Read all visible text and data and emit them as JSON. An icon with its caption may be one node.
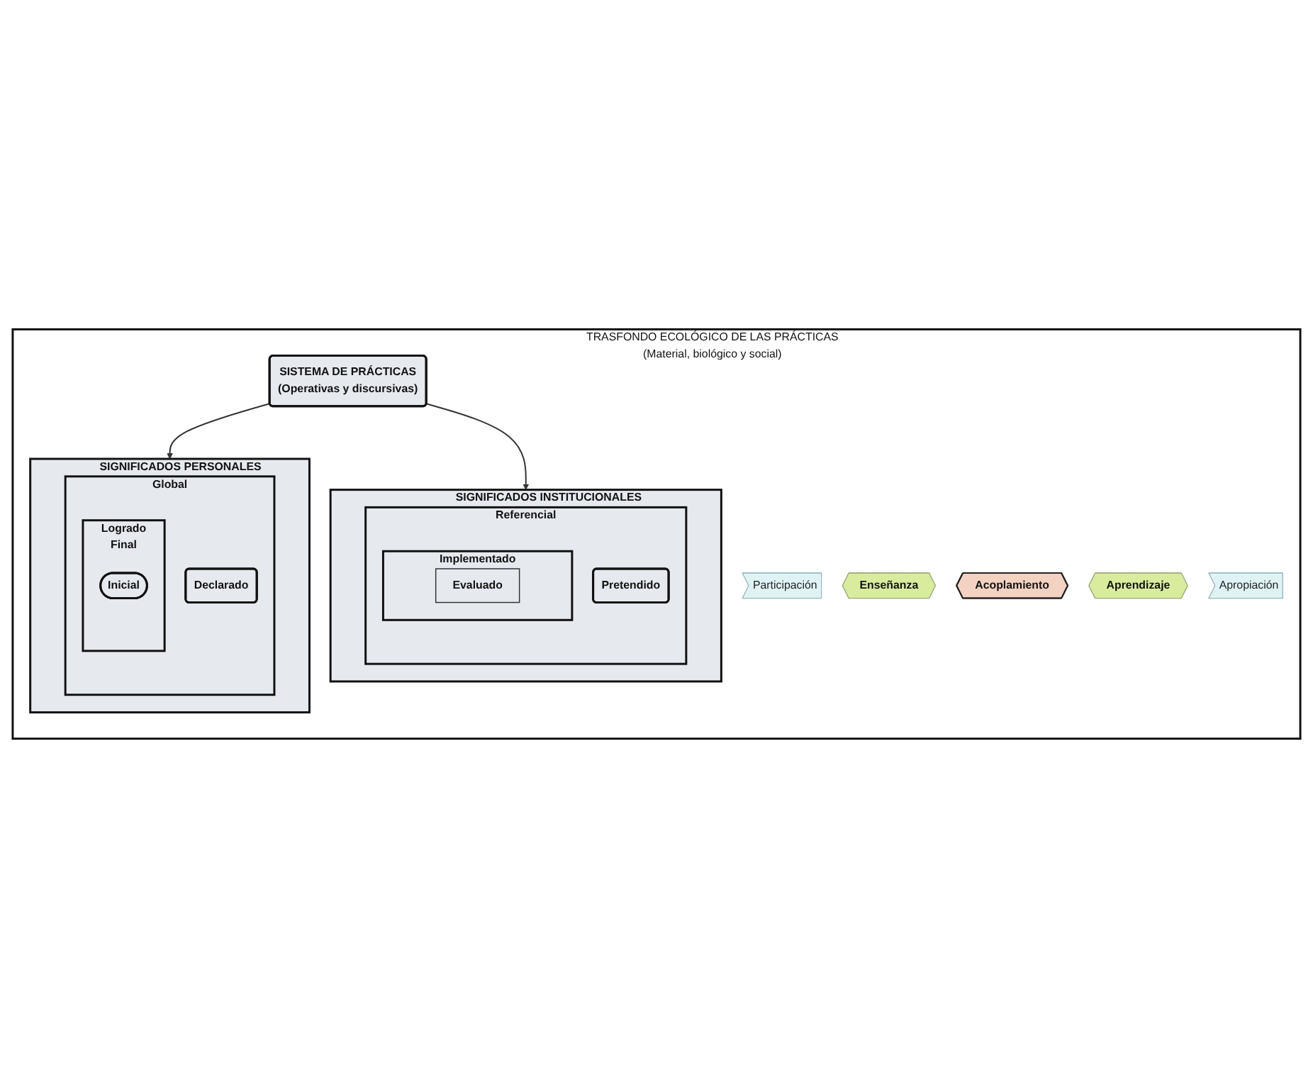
{
  "diagram": {
    "nodes": [
      {
        "text": [
          "TRASFONDO ECOLÓGICO DE LAS PRÁCTICAS",
          "(Material, biológico y social)"
        ]
      },
      {
        "text": [
          "SIGNIFICADOS PERSONALES"
        ],
        "in": 0
      },
      {
        "text": [
          "Global"
        ],
        "in": 1
      },
      {
        "text": [
          "Declarado"
        ],
        "in": 2
      },
      {
        "text": [
          "Logrado",
          "Final"
        ],
        "in": 2
      },
      {
        "text": [
          "Inicial"
        ],
        "in": 4
      },
      {
        "text": [
          "Participación"
        ],
        "in": 0
      },
      {
        "text": [
          "Enseñanza"
        ],
        "in": 0
      },
      {
        "text": [
          "Acoplamiento"
        ],
        "in": 0
      },
      {
        "text": [
          "Aprendizaje"
        ],
        "in": 0
      },
      {
        "text": [
          "Apropiación"
        ],
        "in": 0
      },
      {
        "text": [
          "SIGNIFICADOS INSTITUCIONALES"
        ],
        "in": 0
      },
      {
        "text": [
          "Referencial"
        ],
        "in": 11
      },
      {
        "text": [
          "Pretendido"
        ],
        "in": 12
      },
      {
        "text": [
          "Implementado"
        ],
        "in": 12
      },
      {
        "text": [
          "Evaluado"
        ],
        "in": 14
      },
      {
        "text": [
          "SISTEMA DE PRÁCTICAS",
          "(Operativas y discursivas)"
        ],
        "in": 0
      }
    ],
    "edges": [
      {
        "from": 16,
        "to": 1,
        "arrow": "to"
      },
      {
        "from": 16,
        "to": 11,
        "arrow": "to"
      }
    ]
  }
}
